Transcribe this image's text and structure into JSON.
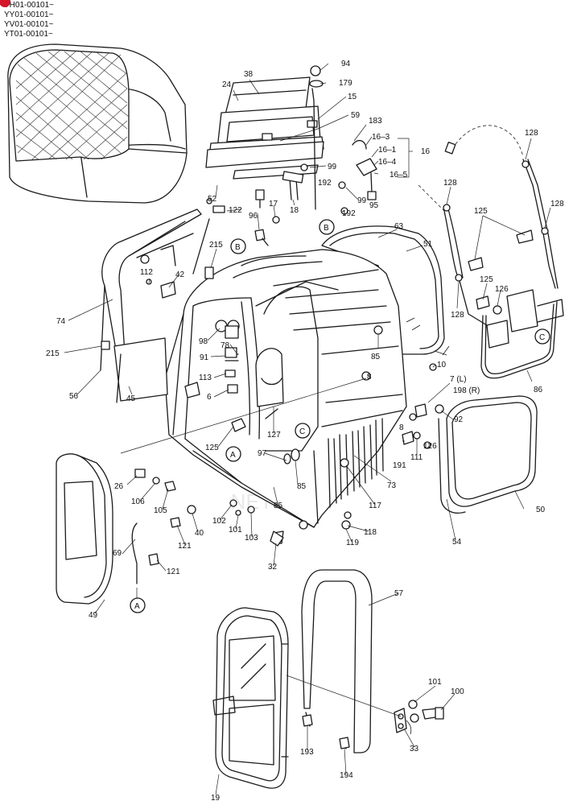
{
  "serials": [
    "YH01-00101~",
    "YY01-00101~",
    "YV01-00101~",
    "YT01-00101~"
  ],
  "watermark": {
    "text": "NETEK",
    "color": "#d4152a"
  },
  "accent_color": "#d4152a",
  "labels": {
    "p94": "94",
    "p179": "179",
    "p38": "38",
    "p24": "24",
    "p15": "15",
    "p59": "59",
    "p183": "183",
    "p16_3": "16–3",
    "p16_1": "16–1",
    "p16_4": "16–4",
    "p16_5": "16–5",
    "p16": "16",
    "p128a": "128",
    "p128b": "128",
    "p128c": "128",
    "p128d": "128",
    "p99a": "99",
    "p99b": "99",
    "p192a": "192",
    "p192b": "192",
    "p95": "95",
    "p52": "52",
    "p122": "122",
    "p96": "96",
    "p17": "17",
    "p18": "18",
    "pB1": "B",
    "pB2": "B",
    "pC1": "C",
    "pC2": "C",
    "pA1": "A",
    "pA2": "A",
    "p63": "63",
    "p51": "51",
    "p125a": "125",
    "p125b": "125",
    "p125c": "125",
    "p126a": "126",
    "p126b": "126",
    "p215a": "215",
    "p215b": "215",
    "p112": "112",
    "p42": "42",
    "p74": "74",
    "p56": "56",
    "p45": "45",
    "p98": "98",
    "p78": "78",
    "p91": "91",
    "p113": "113",
    "p6": "6",
    "p85a": "85",
    "p85b": "85",
    "p85c": "85",
    "p8a": "8",
    "p8b": "8",
    "p10": "10",
    "p7": "7 (L)",
    "p198": "198 (R)",
    "p86": "86",
    "p92": "92",
    "p127": "127",
    "p97": "97",
    "p191": "191",
    "p111": "111",
    "p73": "73",
    "p117": "117",
    "p50": "50",
    "p26": "26",
    "p106": "106",
    "p105": "105",
    "p102": "102",
    "p101a": "101",
    "p103": "103",
    "p118": "118",
    "p119": "119",
    "p40": "40",
    "p121a": "121",
    "p121b": "121",
    "p69": "69",
    "p49": "49",
    "p32": "32",
    "p54": "54",
    "p57": "57",
    "p101b": "101",
    "p100": "100",
    "p33": "33",
    "p193": "193",
    "p194": "194",
    "p19": "19"
  }
}
